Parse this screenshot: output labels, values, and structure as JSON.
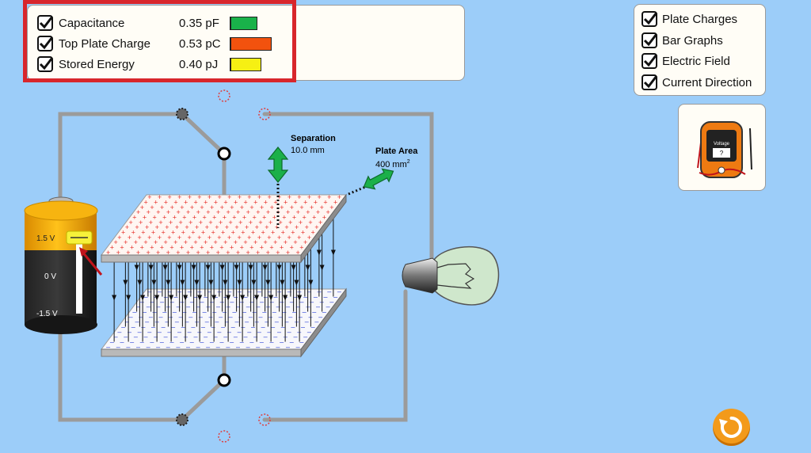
{
  "meters": {
    "items": [
      {
        "label": "Capacitance",
        "value": "0.35 pF",
        "color": "#19b24a",
        "fraction": 0.35
      },
      {
        "label": "Top Plate Charge",
        "value": "0.53 pC",
        "color": "#f2520e",
        "fraction": 0.53
      },
      {
        "label": "Stored Energy",
        "value": "0.40 pJ",
        "color": "#f6f013",
        "fraction": 0.4
      }
    ]
  },
  "view_options": {
    "items": [
      {
        "label": "Plate Charges",
        "checked": true
      },
      {
        "label": "Bar Graphs",
        "checked": true
      },
      {
        "label": "Electric Field",
        "checked": true
      },
      {
        "label": "Current Direction",
        "checked": true
      }
    ]
  },
  "battery": {
    "tick_top": "1.5 V",
    "tick_mid": "0 V",
    "tick_bottom": "-1.5 V",
    "level": 1.0
  },
  "separation": {
    "title": "Separation",
    "value": "10.0 mm"
  },
  "plate_area": {
    "title": "Plate Area",
    "value": "400 mm",
    "unit_sup": "2"
  },
  "voltmeter": {
    "title": "Voltage",
    "reading": "?"
  },
  "colors": {
    "background": "#9ccdf9",
    "highlight": "#d8262c",
    "reset": "#f39a1a"
  }
}
